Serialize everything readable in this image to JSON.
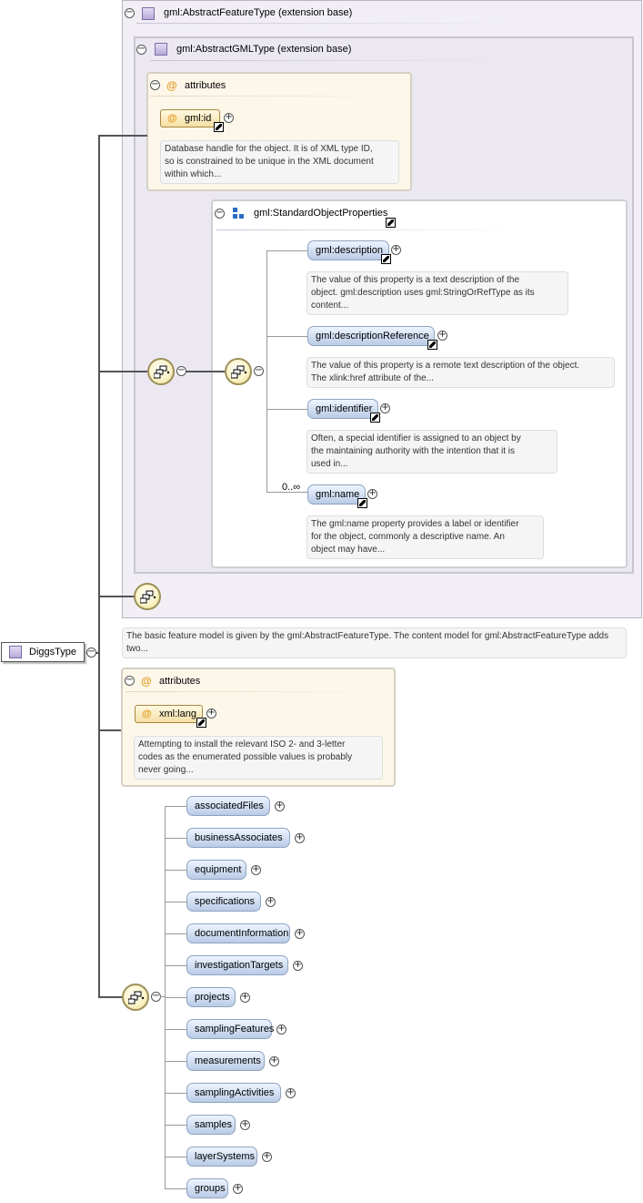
{
  "root": {
    "label": "DiggsType",
    "doc": "The basic feature model is given by the gml:AbstractFeatureType. The content model for gml:AbstractFeatureType adds two..."
  },
  "ext_feature": {
    "label": "gml:AbstractFeatureType (extension base)"
  },
  "ext_gml": {
    "label": "gml:AbstractGMLType (extension base)"
  },
  "attrs1": {
    "title": "attributes",
    "attr": "gml:id",
    "doc": [
      "Database handle for the object. It is of XML type ID,",
      "so is constrained to be unique in the XML document",
      "within which..."
    ]
  },
  "std": {
    "title": "gml:StandardObjectProperties",
    "items": [
      {
        "label": "gml:description",
        "doc": [
          "The value of this property is a text description of the",
          "object. gml:description uses gml:StringOrRefType as its",
          "content..."
        ]
      },
      {
        "label": "gml:descriptionReference",
        "doc": [
          "The value of this property is a remote text description of the object.",
          "The xlink:href attribute of the..."
        ]
      },
      {
        "label": "gml:identifier",
        "doc": [
          "Often, a special identifier is assigned to an object by",
          "the maintaining authority with the intention that it is",
          "used in..."
        ]
      },
      {
        "label": "gml:name",
        "doc": [
          "The gml:name property provides a label or identifier",
          "for the object, commonly a descriptive name. An",
          "object may have..."
        ]
      }
    ],
    "multiplicity": "0..∞"
  },
  "attrs2": {
    "title": "attributes",
    "attr": "xml:lang",
    "doc": [
      "Attempting to install the relevant ISO 2- and 3-letter",
      "codes as the enumerated possible values is probably",
      "never going..."
    ]
  },
  "elements": [
    {
      "label": "associatedFiles"
    },
    {
      "label": "businessAssociates"
    },
    {
      "label": "equipment"
    },
    {
      "label": "specifications"
    },
    {
      "label": "documentInformation"
    },
    {
      "label": "investigationTargets"
    },
    {
      "label": "projects"
    },
    {
      "label": "samplingFeatures"
    },
    {
      "label": "measurements"
    },
    {
      "label": "samplingActivities"
    },
    {
      "label": "samples"
    },
    {
      "label": "layerSystems"
    },
    {
      "label": "groups"
    }
  ],
  "icons": {
    "root": "complex-type-icon",
    "sequence": "sequence-compositor-icon",
    "group": "group-icon",
    "attribute": "at-sign-icon",
    "link": "link-arrow-icon",
    "toggle": "collapse-toggle-icon"
  }
}
